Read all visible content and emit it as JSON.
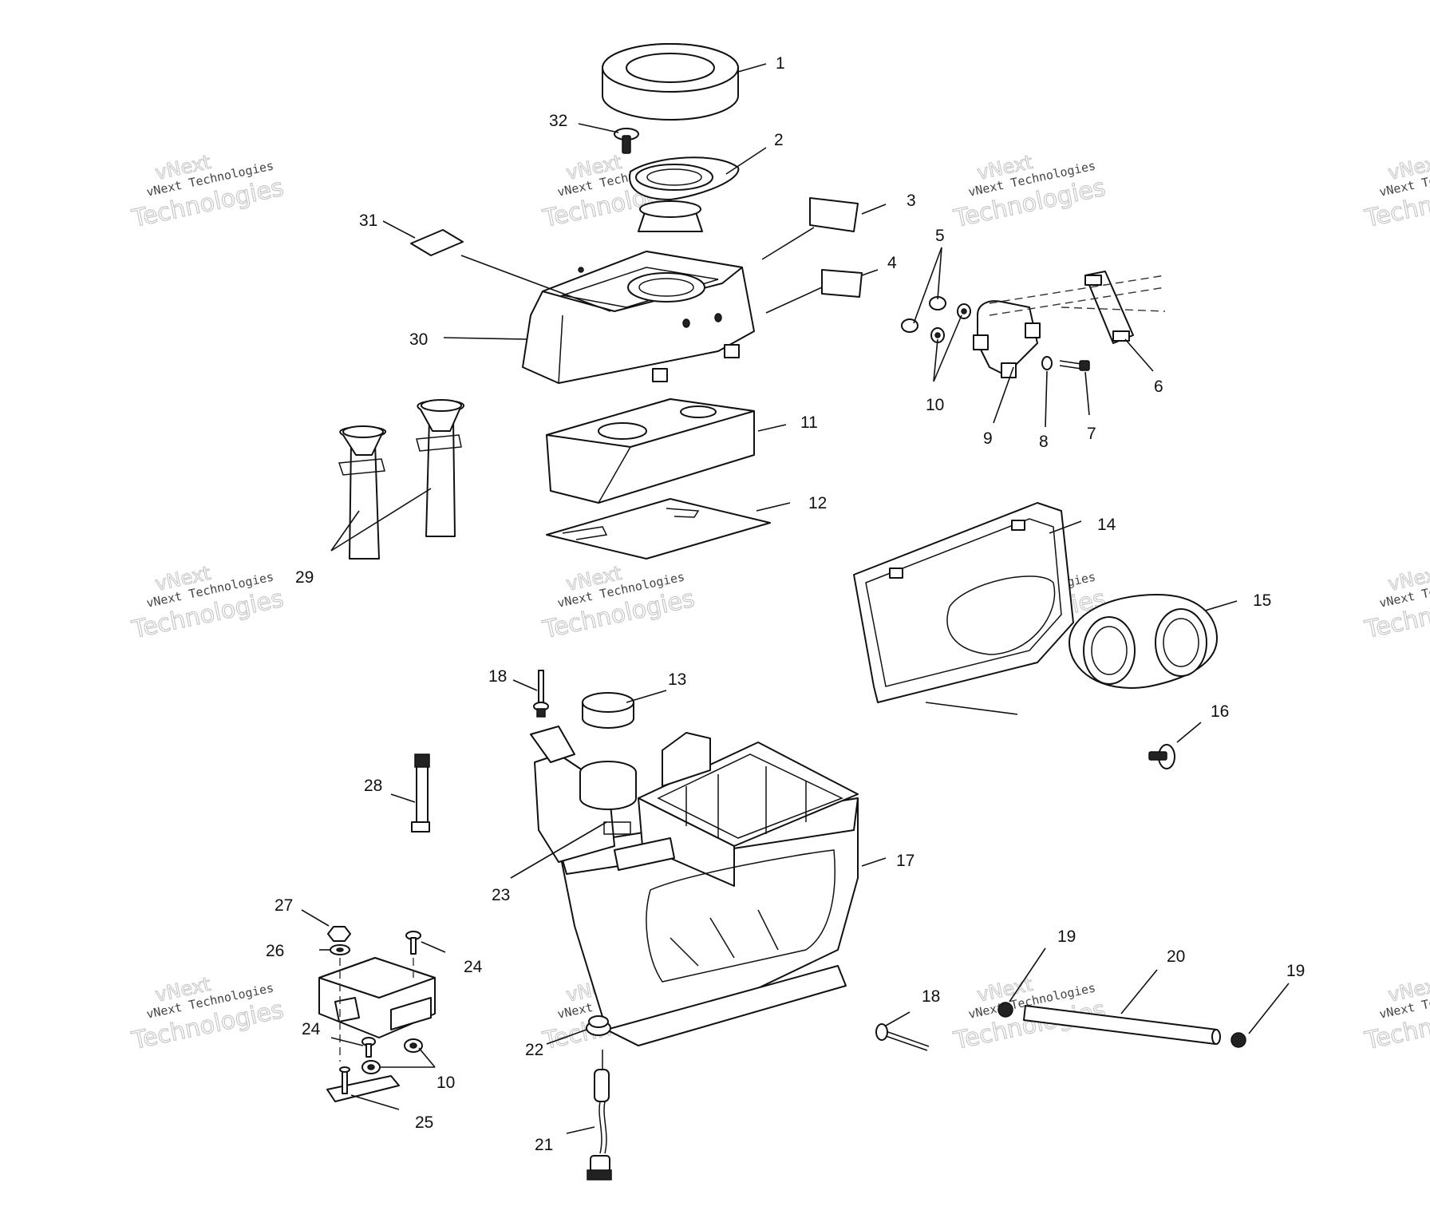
{
  "watermark": {
    "line1": "vNext",
    "line2": "vNext Technologies",
    "line3": "Technologies"
  },
  "callouts": {
    "c1": "1",
    "c2": "2",
    "c3": "3",
    "c4": "4",
    "c5": "5",
    "c6": "6",
    "c7": "7",
    "c8": "8",
    "c9": "9",
    "c10a": "10",
    "c10b": "10",
    "c11": "11",
    "c12": "12",
    "c13": "13",
    "c14": "14",
    "c15": "15",
    "c16": "16",
    "c17": "17",
    "c18a": "18",
    "c18b": "18",
    "c19a": "19",
    "c19b": "19",
    "c20": "20",
    "c21": "21",
    "c22": "22",
    "c23": "23",
    "c24a": "24",
    "c24b": "24",
    "c25": "25",
    "c26": "26",
    "c27": "27",
    "c28": "28",
    "c29": "29",
    "c30": "30",
    "c31": "31",
    "c32": "32"
  }
}
